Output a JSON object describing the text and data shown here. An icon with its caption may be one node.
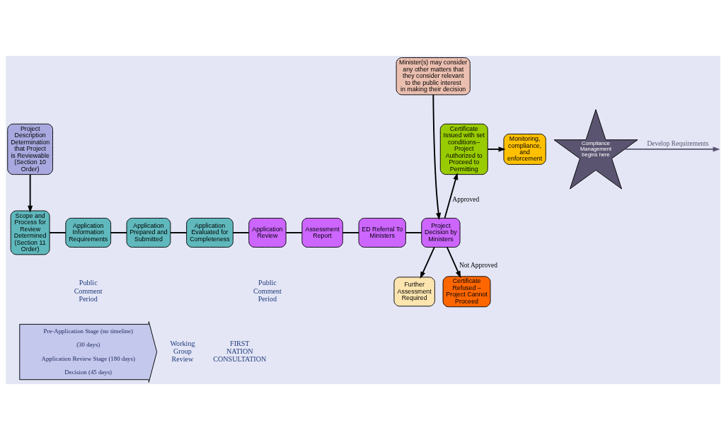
{
  "diagram": {
    "nodes": [
      {
        "text": [
          "Project Description",
          "Determination that Project is Reviewable (Section 10 Order)"
        ]
      },
      {
        "text": [
          "Scope and Process for Review Determined (Section 11 Order)"
        ]
      },
      {
        "text": [
          "Application Information Requirements"
        ]
      },
      {
        "text": [
          "Application Prepared and Submitted"
        ]
      },
      {
        "text": [
          "Application Evaluated for Completeness"
        ]
      },
      {
        "text": [
          "Application Review"
        ]
      },
      {
        "text": [
          "Assessment Report"
        ]
      },
      {
        "text": [
          "ED Referral To Ministers"
        ]
      },
      {
        "text": [
          "Project Decision by Ministers"
        ]
      },
      {
        "text": [
          "Minister(s) may consider any other matters that they consider relevant to the public interest in making their decision"
        ]
      },
      {
        "text": [
          "Certificate Issued with set conditions-- Project Authorized to Proceed to Permitting"
        ]
      },
      {
        "text": [
          "Monitoring, compliance, and enforcement"
        ]
      },
      {
        "text": [
          "Further Assessment Required"
        ]
      },
      {
        "text": [
          "Certificate Refused – Project Cannot Proceed"
        ]
      },
      {
        "text": [
          "Compliance Management begins here"
        ]
      },
      {
        "text": [
          "Pre-Application Stage (no timeline)",
          "(30 days)",
          "Application Review Stage (180 days)",
          "Decision (45 days)"
        ]
      }
    ],
    "edges": [
      {
        "from": 0,
        "to": 1,
        "arrow": "to"
      },
      {
        "from": 1,
        "to": 2,
        "arrow": "none"
      },
      {
        "from": 2,
        "to": 3,
        "arrow": "none"
      },
      {
        "from": 3,
        "to": 4,
        "arrow": "none"
      },
      {
        "from": 4,
        "to": 5,
        "arrow": "none"
      },
      {
        "from": 5,
        "to": 6,
        "arrow": "none"
      },
      {
        "from": 6,
        "to": 7,
        "arrow": "none"
      },
      {
        "from": 7,
        "to": 8,
        "arrow": "none"
      },
      {
        "from": 9,
        "to": 8,
        "arrow": "to"
      },
      {
        "from": 8,
        "to": 10,
        "arrow": "to",
        "label": "Approved"
      },
      {
        "from": 8,
        "to": 12,
        "arrow": "to"
      },
      {
        "from": 8,
        "to": 13,
        "arrow": "to",
        "label": "Not Approved"
      },
      {
        "from": 10,
        "to": 11,
        "arrow": "to"
      },
      {
        "from": 14,
        "to": null,
        "arrow": "to",
        "label": "Develop Requirements",
        "color": "#5a5470"
      }
    ],
    "labels": [
      "Public Comment Period",
      "Public Comment Period",
      "Working Group Review",
      "FIRST NATION CONSULTATION"
    ]
  }
}
